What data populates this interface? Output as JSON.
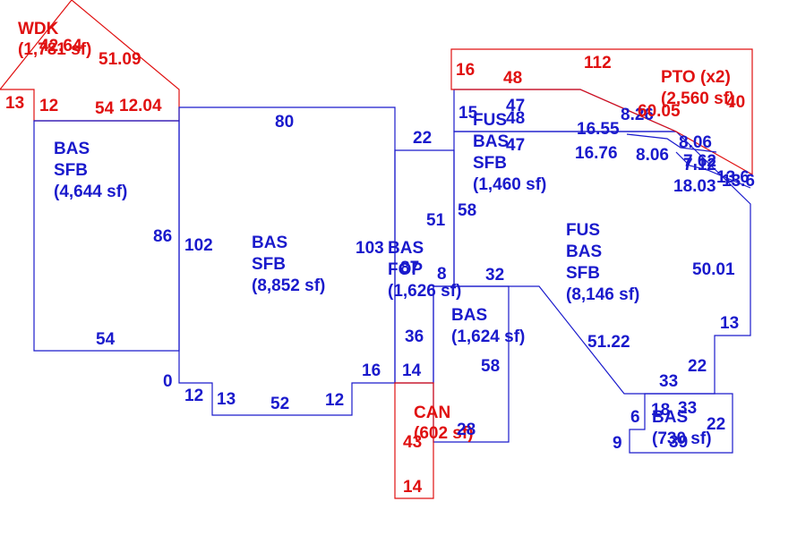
{
  "areas": [
    {
      "id": "wdk",
      "lines": [
        "WDK",
        "(1,781 sf)"
      ],
      "color": "#e01010"
    },
    {
      "id": "bas-west",
      "lines": [
        "BAS",
        "SFB",
        "(4,644 sf)"
      ],
      "color": "#1a1acc"
    },
    {
      "id": "bas-center",
      "lines": [
        "BAS",
        "SFB",
        "(8,852 sf)"
      ],
      "color": "#1a1acc"
    },
    {
      "id": "bas-fop",
      "lines": [
        "BAS",
        "FOP",
        "(1,626 sf)"
      ],
      "color": "#1a1acc"
    },
    {
      "id": "bas-small",
      "lines": [
        "BAS",
        "(1,624 sf)"
      ],
      "color": "#1a1acc"
    },
    {
      "id": "can",
      "lines": [
        "CAN",
        "(602 sf)"
      ],
      "color": "#e01010"
    },
    {
      "id": "fus-north",
      "lines": [
        "FUS",
        "BAS",
        "SFB",
        "(1,460 sf)"
      ],
      "color": "#1a1acc"
    },
    {
      "id": "fus-east",
      "lines": [
        "FUS",
        "BAS",
        "SFB",
        "(8,146 sf)"
      ],
      "color": "#1a1acc"
    },
    {
      "id": "bas-south",
      "lines": [
        "BAS",
        "(730 sf)"
      ],
      "color": "#1a1acc"
    },
    {
      "id": "pto",
      "lines": [
        "PTO (x2)",
        "(2,560 sf)"
      ],
      "color": "#e01010"
    }
  ],
  "dimensions_blue": [
    "80",
    "86",
    "102",
    "54",
    "0",
    "12",
    "13",
    "52",
    "12",
    "16",
    "14",
    "36",
    "103",
    "87",
    "8",
    "51",
    "58",
    "22",
    "32",
    "58",
    "28",
    "15",
    "48",
    "47",
    "47",
    "16.55",
    "16.76",
    "8.06",
    "8.06",
    "18.03",
    "50.01",
    "13",
    "22",
    "33",
    "51.22",
    "6",
    "9",
    "18",
    "33",
    "39",
    "22",
    "7.62",
    "7.12",
    "8.26",
    "13.6",
    "13.6"
  ],
  "dimensions_red": [
    "13",
    "12",
    "54",
    "12.04",
    "42.64",
    "51.09",
    "16",
    "48",
    "112",
    "60.05",
    "40",
    "43",
    "14"
  ]
}
